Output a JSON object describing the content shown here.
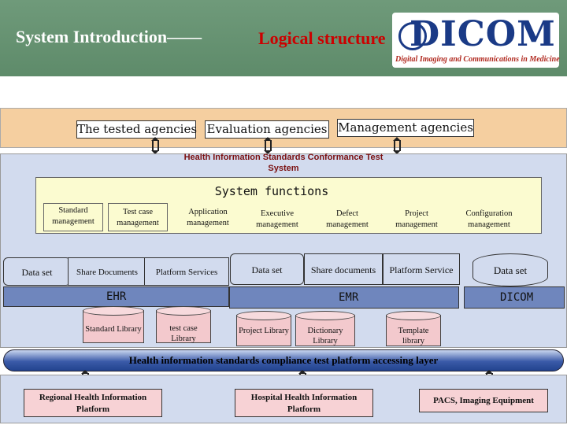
{
  "header": {
    "title_left": "System Introduction——",
    "title_right": "Logical structure",
    "logo_text": "DICOM",
    "logo_subtitle": "Digital Imaging and Communications in Medicine"
  },
  "agencies": [
    "The tested agencies",
    "Evaluation agencies",
    "Management agencies"
  ],
  "test_system_label": "Health Information Standards Conformance Test System",
  "system_functions": {
    "title": "System functions",
    "items": [
      "Standard management",
      "Test case management",
      "Application management",
      "Executive management",
      "Defect management",
      "Project management",
      "Configuration management"
    ]
  },
  "left_stack": {
    "data_set": "Data set",
    "share_documents": "Share Documents",
    "platform_services": "Platform Services",
    "ehr": "EHR"
  },
  "right_stack": {
    "data_set": "Data set",
    "share_documents": "Share documents",
    "platform_service": "Platform Service",
    "emr": "EMR"
  },
  "dicom_stack": {
    "data_set": "Data set",
    "dicom": "DICOM"
  },
  "libraries": [
    "Standard Library",
    "test case Library",
    "Project Library",
    "Dictionary Library",
    "Template library"
  ],
  "access_layer": "Health information standards compliance test platform accessing layer",
  "platforms": [
    "Regional Health Information Platform",
    "Hospital Health Information Platform",
    "PACS, Imaging Equipment"
  ],
  "colors": {
    "header_green": "#5e8b6a",
    "title_red": "#cc0000",
    "agency_band": "#f5cfa0",
    "main_band": "#d2dbee",
    "function_box": "#fbfbd0",
    "library": "#f3c9cd",
    "bar_blue": "#6f86bd"
  }
}
